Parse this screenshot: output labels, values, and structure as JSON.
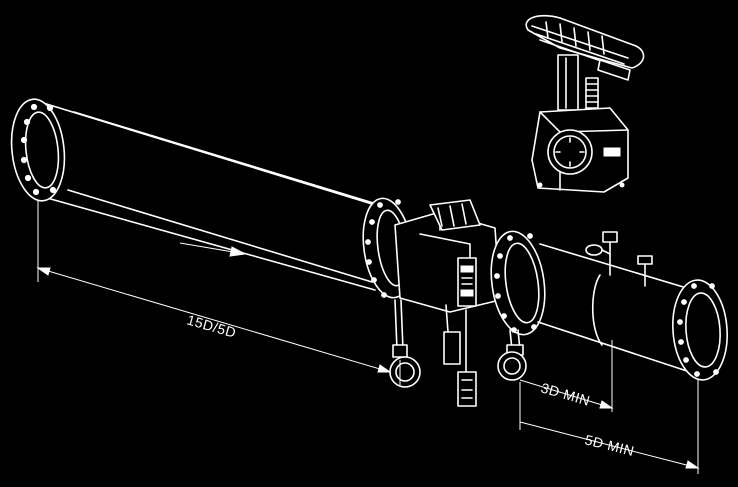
{
  "labels": {
    "upstream": "15D/5D",
    "downstream_short": "3D MIN",
    "downstream_long": "5D MIN"
  },
  "colors": {
    "background": "#000000",
    "line": "#ffffff"
  },
  "icons": {
    "flow_direction": "right-arrow",
    "flange_bolt_holes": "circle"
  }
}
